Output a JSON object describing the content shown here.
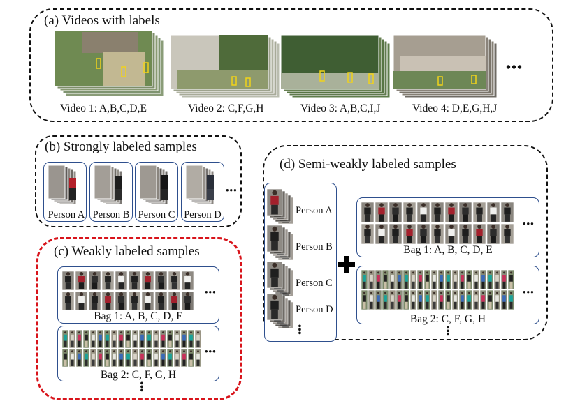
{
  "panel_a": {
    "title": "(a) Videos with labels",
    "videos": [
      {
        "caption": "Video 1: A,B,C,D,E"
      },
      {
        "caption": "Video 2: C,F,G,H"
      },
      {
        "caption": "Video 3: A,B,C,I,J"
      },
      {
        "caption": "Video 4: D,E,G,H,J"
      }
    ],
    "more": "•••"
  },
  "panel_b": {
    "title": "(b) Strongly labeled samples",
    "persons": [
      "Person A",
      "Person B",
      "Person C",
      "Person D"
    ],
    "more": "•••"
  },
  "panel_c": {
    "title": "(c) Weakly labeled samples",
    "bags": [
      "Bag 1: A, B, C, D, E",
      "Bag 2: C, F, G, H"
    ],
    "more": "•••"
  },
  "panel_d": {
    "title": "(d) Semi-weakly labeled samples",
    "persons": [
      "Person A",
      "Person B",
      "Person C",
      "Person D"
    ],
    "bags": [
      "Bag 1: A, B, C, D, E",
      "Bag 2: C, F, G, H"
    ],
    "more": "•••"
  },
  "colors": {
    "highlight_border": "#d8141b",
    "box_border": "#2e4f8d",
    "dashed_border": "#111111"
  }
}
